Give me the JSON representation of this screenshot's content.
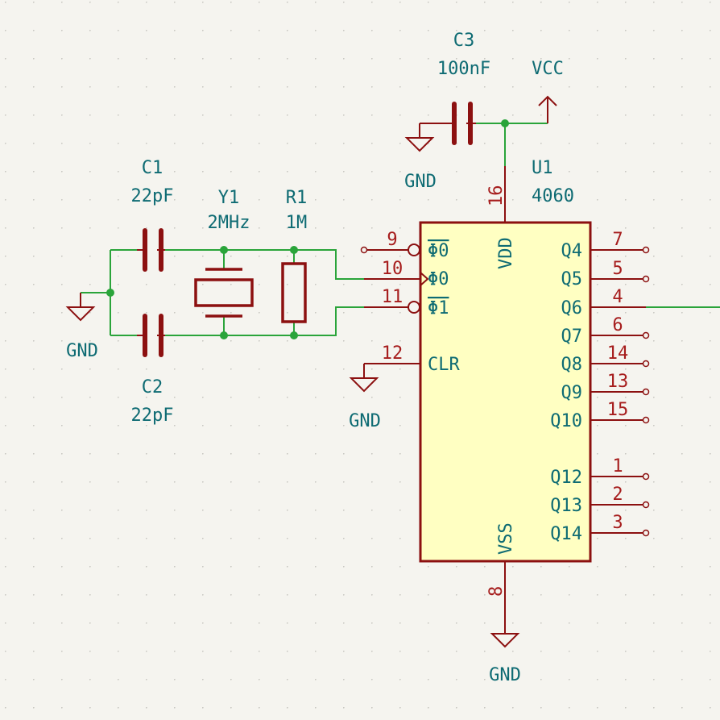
{
  "title": "",
  "colors": {
    "background": "#f5f4ef",
    "wire": "#2aa43a",
    "symbol": "#8c1010",
    "label": "#0e6b73",
    "pin_number": "#a61d1d",
    "ic_body": "#ffffc2"
  },
  "components": {
    "c1": {
      "ref": "C1",
      "value": "22pF"
    },
    "c2": {
      "ref": "C2",
      "value": "22pF"
    },
    "c3": {
      "ref": "C3",
      "value": "100nF"
    },
    "y1": {
      "ref": "Y1",
      "value": "2MHz"
    },
    "r1": {
      "ref": "R1",
      "value": "1M"
    },
    "u1": {
      "ref": "U1",
      "value": "4060"
    }
  },
  "power": {
    "vcc": "VCC",
    "gnd_left": "GND",
    "gnd_c3": "GND",
    "gnd_clr": "GND",
    "gnd_vss": "GND"
  },
  "ic_pins": {
    "phi0_bar": {
      "name": "Φ0",
      "num": "9"
    },
    "phi0": {
      "name": "Φ0",
      "num": "10"
    },
    "phi1_bar": {
      "name": "Φ1",
      "num": "11"
    },
    "clr": {
      "name": "CLR",
      "num": "12"
    },
    "vdd": {
      "name": "VDD",
      "num": "16"
    },
    "vss": {
      "name": "VSS",
      "num": "8"
    },
    "q4": {
      "name": "Q4",
      "num": "7"
    },
    "q5": {
      "name": "Q5",
      "num": "5"
    },
    "q6": {
      "name": "Q6",
      "num": "4"
    },
    "q7": {
      "name": "Q7",
      "num": "6"
    },
    "q8": {
      "name": "Q8",
      "num": "14"
    },
    "q9": {
      "name": "Q9",
      "num": "13"
    },
    "q10": {
      "name": "Q10",
      "num": "15"
    },
    "q12": {
      "name": "Q12",
      "num": "1"
    },
    "q13": {
      "name": "Q13",
      "num": "2"
    },
    "q14": {
      "name": "Q14",
      "num": "3"
    }
  }
}
